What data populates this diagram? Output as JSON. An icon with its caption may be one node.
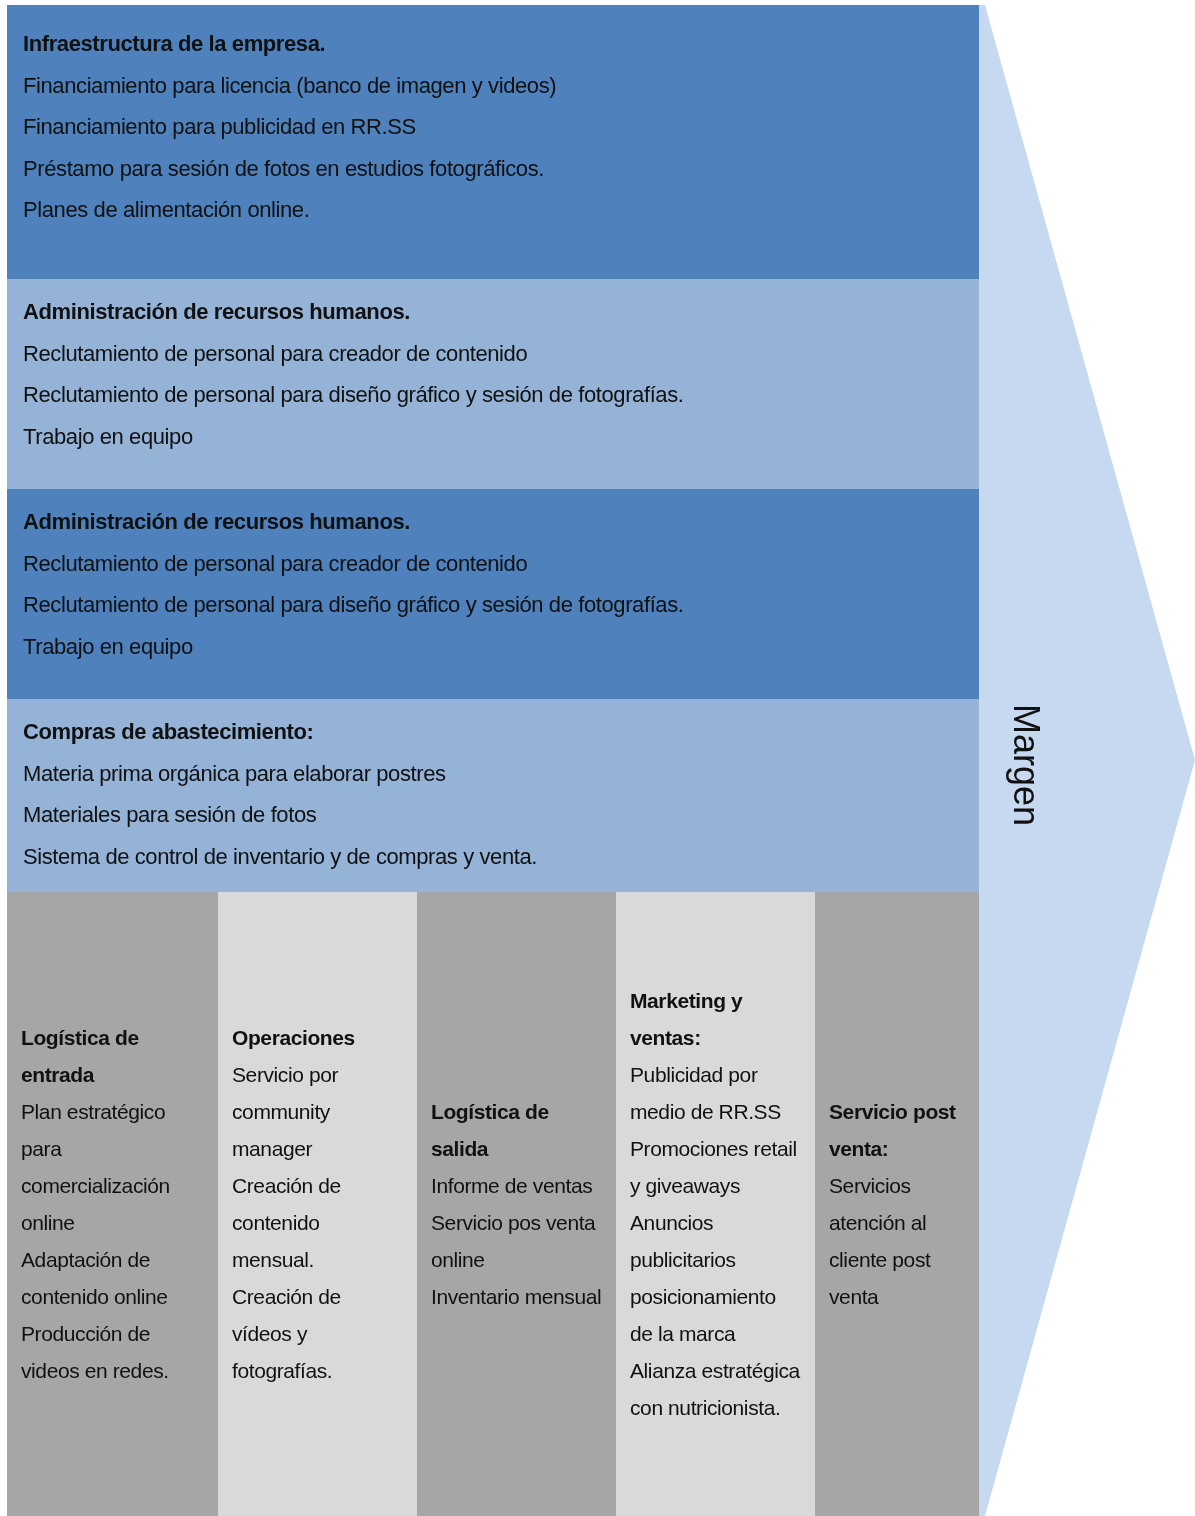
{
  "diagram": {
    "nodes": [
      {
        "text": [
          "Infraestructura de la empresa.",
          "Financiamiento para licencia (banco de imagen y videos)",
          "Financiamiento para publicidad en RR.SS",
          "Préstamo para sesión de fotos en estudios fotográficos.",
          "Planes de alimentación online."
        ]
      },
      {
        "text": [
          "Administración  de recursos humanos.",
          "Reclutamiento de personal para creador de contenido",
          "Reclutamiento de personal para diseño gráfico  y sesión de fotografías.",
          "Trabajo en equipo"
        ]
      },
      {
        "text": [
          "Administración  de recursos humanos.",
          "Reclutamiento de personal para creador de contenido",
          "Reclutamiento de personal para diseño gráfico  y sesión de fotografías.",
          "Trabajo en equipo"
        ]
      },
      {
        "text": [
          "Compras de abastecimiento:",
          "Materia prima orgánica para elaborar postres",
          "Materiales para sesión de fotos",
          "Sistema de control de inventario y de compras y venta."
        ]
      },
      {
        "text": [
          "Logística de entrada",
          "Plan estratégico para comercialización online",
          "Adaptación de contenido online",
          "Producción de videos en redes."
        ]
      },
      {
        "text": [
          "Operaciones",
          "Servicio por community manager",
          "Creación de contenido mensual.",
          "Creación de vídeos y fotografías."
        ]
      },
      {
        "text": [
          "Logística de salida",
          "Informe de ventas",
          "Servicio pos venta online",
          "Inventario mensual"
        ]
      },
      {
        "text": [
          "Marketing y ventas:",
          "Publicidad por medio de RR.SS",
          "Promociones retail y giveaways",
          "Anuncios publicitarios",
          "posicionamiento de la marca",
          "Alianza estratégica con nutricionista."
        ]
      },
      {
        "text": [
          "Servicio post venta:",
          "Servicios atención al cliente post venta"
        ]
      },
      {
        "text": [
          "Margen"
        ]
      }
    ]
  }
}
